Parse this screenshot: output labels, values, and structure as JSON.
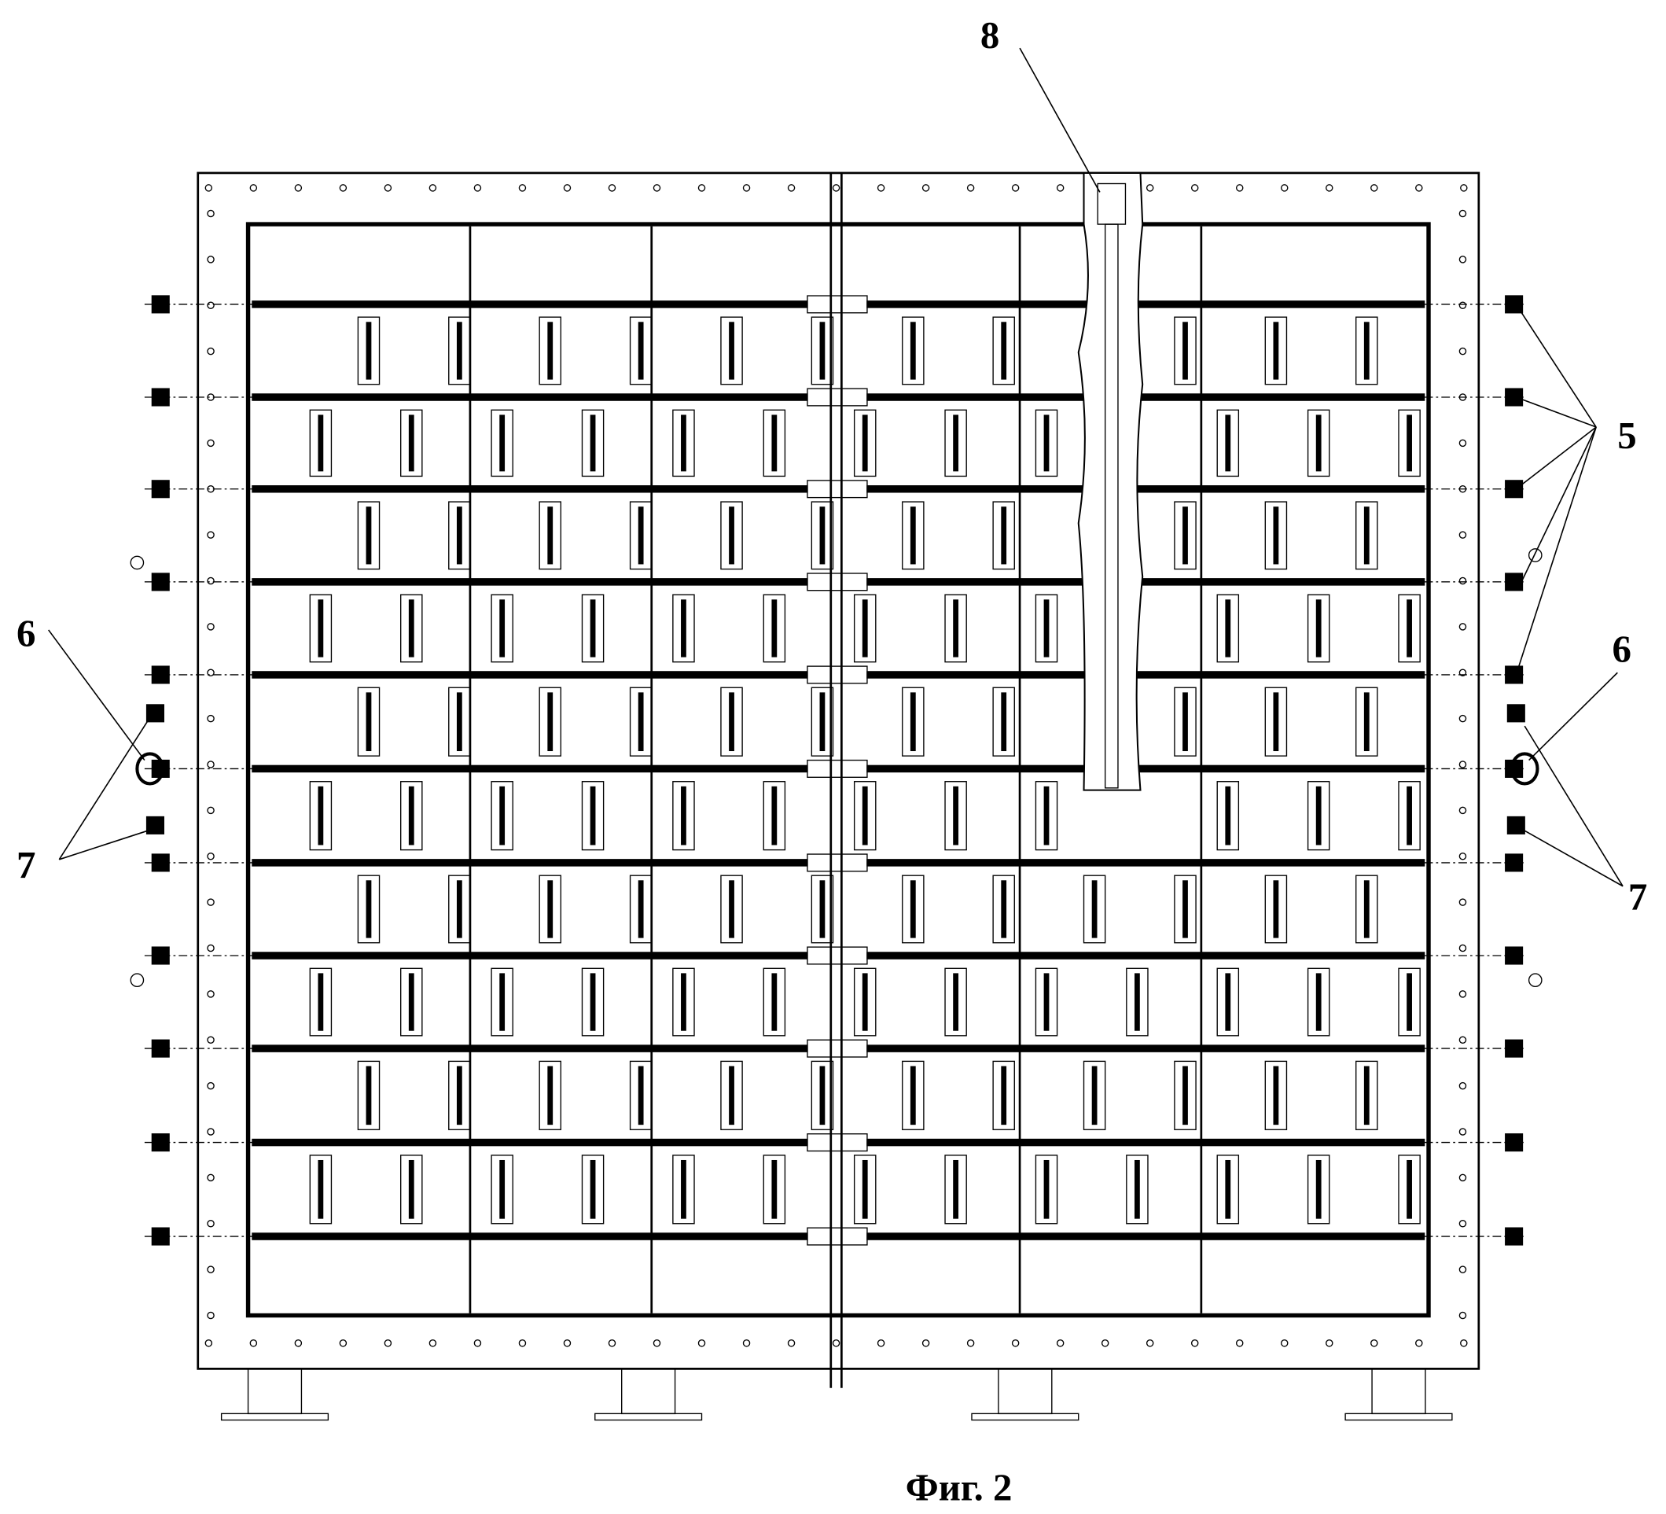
{
  "figure": {
    "caption": "Фиг. 2",
    "labels": {
      "label_8": "8",
      "label_5": "5",
      "label_6_left": "6",
      "label_6_right": "6",
      "label_7_left": "7",
      "label_7_right": "7"
    }
  }
}
